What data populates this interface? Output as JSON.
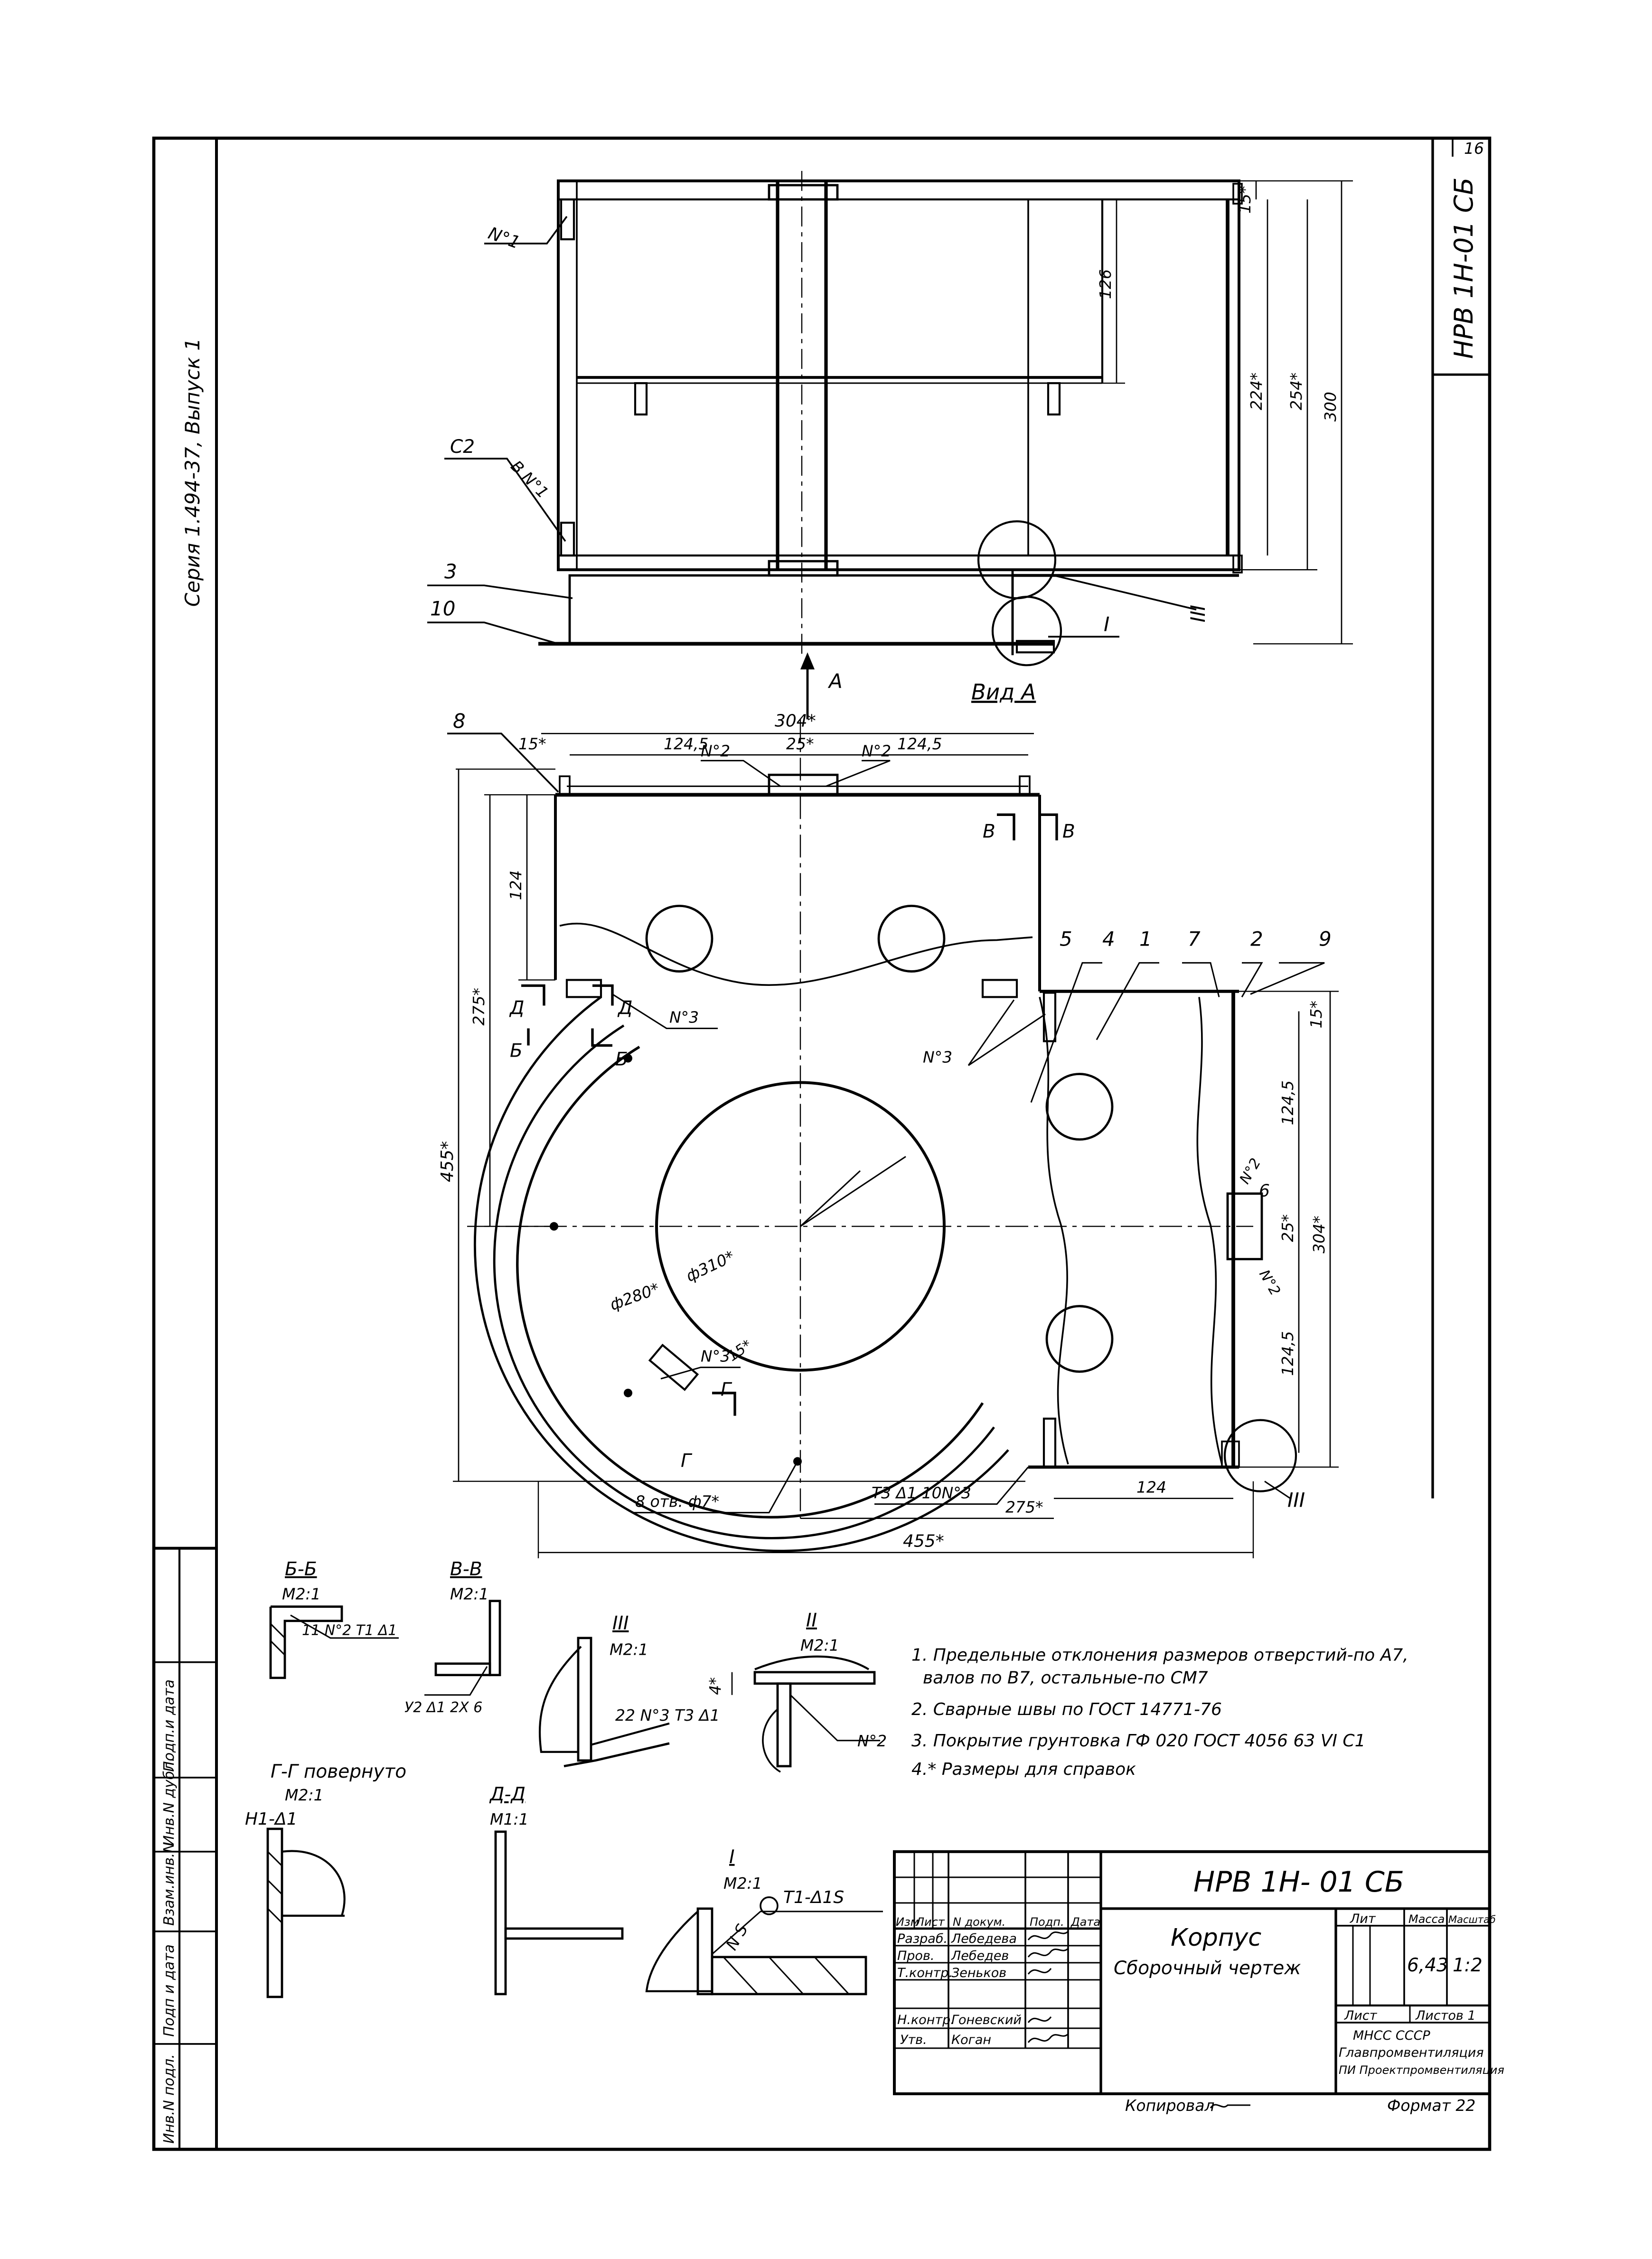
{
  "sheet": {
    "number": "16",
    "frame_code": "НРВ 1Н-01 СБ"
  },
  "series_label": "Серия 1.494-37, Выпуск 1",
  "side_stamp": [
    "Инв.N подл.",
    "Подп и дата",
    "Взам.инв.N",
    "Инв.N дубл.",
    "Подп.и дата"
  ],
  "front_view": {
    "labels": {
      "c2": "С2",
      "n1a": "N°1",
      "n1b": "В N°1",
      "three": "3",
      "ten": "10",
      "A": "А",
      "roman3": "III",
      "roman1": "I"
    },
    "dims": {
      "d15": "15*",
      "d126": "126",
      "d224": "224*",
      "d254": "254*",
      "d300": "300"
    }
  },
  "plan_view": {
    "title": "Вид А",
    "labels": {
      "eight": "8",
      "n2a": "N°2",
      "n2b": "N°2",
      "B": "В",
      "n3a": "N°3",
      "D": "Д",
      "G": "Б",
      "p5": "5",
      "p4": "4",
      "p1": "1",
      "p7": "7",
      "p2": "2",
      "p9": "9",
      "n3b": "N°3",
      "n2c": "N°2",
      "six": "6",
      "n2d": "N°2",
      "n3c": "N°3",
      "Gg": "Г",
      "roman3": "III"
    },
    "dims": {
      "d304t": "304*",
      "d15t": "15*",
      "d1245a": "124,5",
      "d25t": "25*",
      "d1245b": "124,5",
      "d124v": "124",
      "d275v": "275*",
      "d455v": "455*",
      "d15r": "15*",
      "d1245r1": "124,5",
      "d25r": "25*",
      "d304r": "304*",
      "d1245r2": "124,5",
      "phi280": "ф280*",
      "phi310": "ф310*",
      "d15c": "15*",
      "holes": "8 отв. ф7*",
      "weld_note": "Т3 Δ1 10N°3",
      "d275b": "275*",
      "d124b": "124",
      "d455b": "455*"
    }
  },
  "sections": {
    "bb": {
      "title": "Б-Б",
      "scale": "М2:1",
      "weld": "11 N°2 Т1 Δ1"
    },
    "vv": {
      "title": "В-В",
      "scale": "М2:1",
      "weld": "У2 Δ1 2Х 6"
    },
    "gg": {
      "title": "Г-Г повернуто",
      "scale": "М2:1",
      "weld": "Н1-Δ1"
    },
    "dd": {
      "title": "Д-Д",
      "scale": "М1:1"
    },
    "r3": {
      "title": "III",
      "scale": "М2:1",
      "weld": "22 N°3 Т3 Δ1"
    },
    "r2": {
      "title": "II",
      "scale": "М2:1",
      "dim": "4*",
      "weld": "N°2"
    },
    "r1": {
      "title": "I",
      "scale": "М2:1",
      "weld": "Т1-Δ1S",
      "ns": "N S"
    }
  },
  "notes": [
    "1. Предельные отклонения размеров отверстий-по А7,",
    "валов по В7, остальные-по СМ7",
    "2. Сварные швы по ГОСТ 14771-76",
    "3. Покрытие грунтовка ГФ 020 ГОСТ 4056 63 VI С1",
    "4.* Размеры для справок"
  ],
  "title_block": {
    "code": "НРВ 1Н- 01 СБ",
    "name": "Корпус",
    "doc_type": "Сборочный чертеж",
    "lit_label": "Лит",
    "mass_label": "Масса",
    "scale_label": "Масштаб",
    "mass": "6,43",
    "scale": "1:2",
    "sheet_label": "Лист",
    "sheets_label": "Листов 1",
    "org1": "МНСС СССР",
    "org2": "Главпромвентиляция",
    "org3": "ПИ Проектпромвентиляция",
    "col_izm": "Изм",
    "col_list": "Лист",
    "col_doc": "N докум.",
    "col_sign": "Подп.",
    "col_date": "Дата",
    "people": [
      {
        "role": "Разраб.",
        "name": "Лебедева"
      },
      {
        "role": "Пров.",
        "name": "Лебедев"
      },
      {
        "role": "Т.контр.",
        "name": "Зеньков"
      },
      {
        "role": "Н.контр.",
        "name": "Гоневский"
      },
      {
        "role": "Утв.",
        "name": "Коган"
      }
    ]
  },
  "footer": {
    "copied": "Копировал",
    "format": "Формат 22"
  }
}
